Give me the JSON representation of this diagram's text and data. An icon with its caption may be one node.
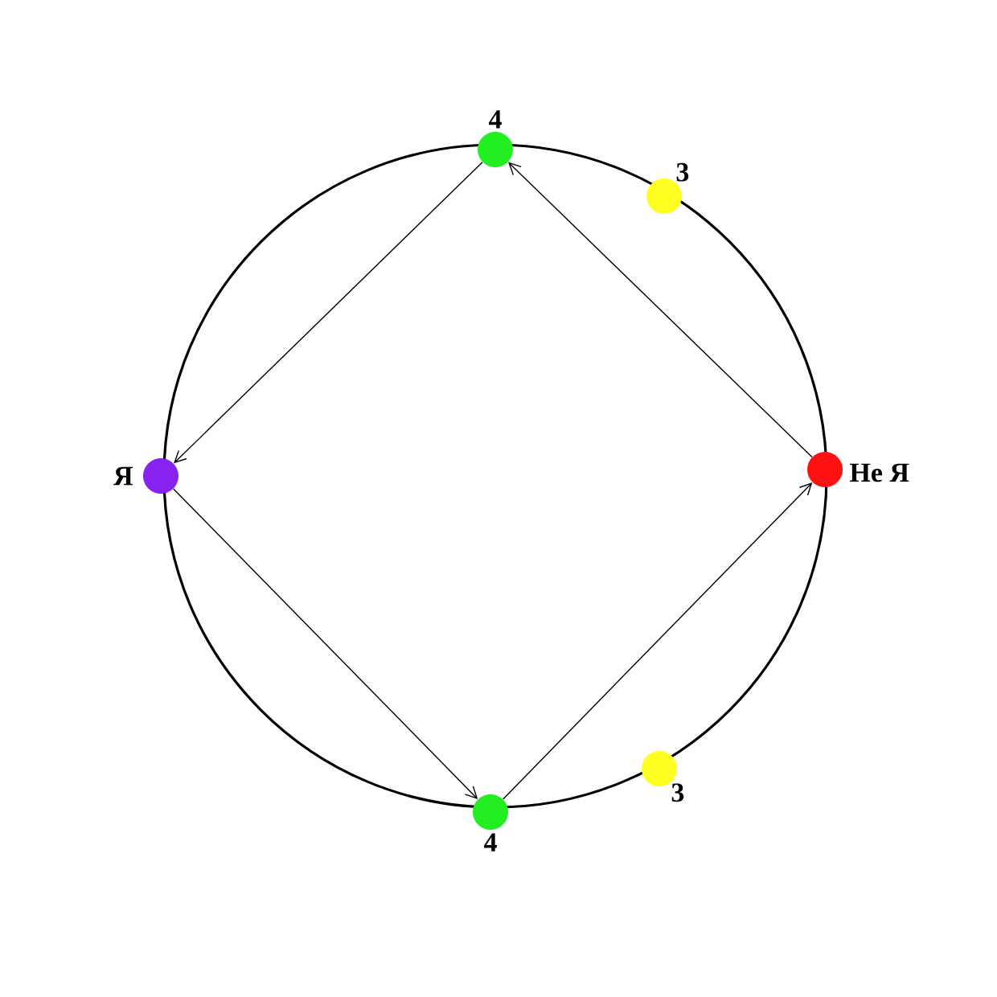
{
  "diagram": {
    "nodes": [
      {
        "text": [],
        "shape": "circle",
        "beside": [
          "4"
        ]
      },
      {
        "text": [],
        "shape": "circle",
        "beside": [
          "3"
        ]
      },
      {
        "text": [],
        "shape": "circle",
        "beside": [
          "Я"
        ]
      },
      {
        "text": [],
        "shape": "circle",
        "beside": [
          "Не Я"
        ]
      },
      {
        "text": [],
        "shape": "circle",
        "beside": [
          "3"
        ]
      },
      {
        "text": [],
        "shape": "circle",
        "beside": [
          "4"
        ]
      }
    ],
    "edges": [
      {
        "from": 0,
        "to": 2,
        "arrow": "to"
      },
      {
        "from": 2,
        "to": 5,
        "arrow": "to"
      },
      {
        "from": 5,
        "to": 3,
        "arrow": "to"
      },
      {
        "from": 3,
        "to": 0,
        "arrow": "to"
      }
    ]
  }
}
